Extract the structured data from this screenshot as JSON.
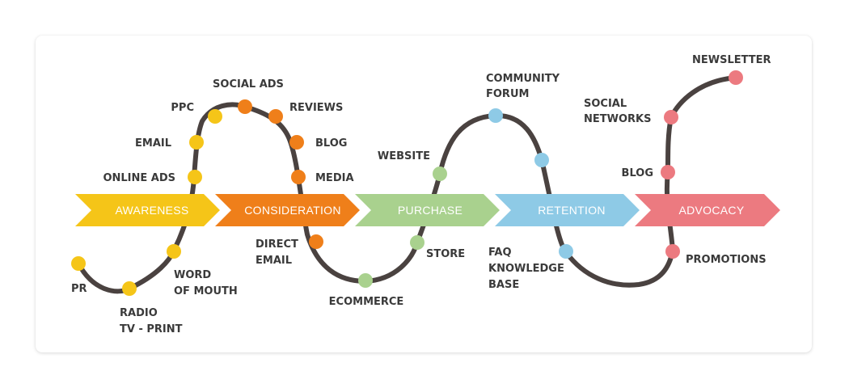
{
  "colors": {
    "awareness": "#f5c518",
    "consideration": "#ef7f1a",
    "purchase": "#a9d18e",
    "retention": "#8ecae6",
    "advocacy": "#ec7a80",
    "path": "#4a4240"
  },
  "stages": {
    "awareness": "AWARENESS",
    "consideration": "CONSIDERATION",
    "purchase": "PURCHASE",
    "retention": "RETENTION",
    "advocacy": "ADVOCACY"
  },
  "touchpoints": {
    "pr": "PR",
    "radio_1": "RADIO",
    "radio_2": "TV - PRINT",
    "wom_1": "WORD",
    "wom_2": "OF MOUTH",
    "online_ads": "ONLINE ADS",
    "email": "EMAIL",
    "ppc": "PPC",
    "social_ads": "SOCIAL ADS",
    "reviews": "REVIEWS",
    "blog_c": "BLOG",
    "media": "MEDIA",
    "direct_1": "DIRECT",
    "direct_2": "EMAIL",
    "ecommerce": "ECOMMERCE",
    "store": "STORE",
    "website": "WEBSITE",
    "forum_1": "COMMUNITY",
    "forum_2": "FORUM",
    "faq_1": "FAQ",
    "faq_2": "KNOWLEDGE",
    "faq_3": "BASE",
    "promotions": "PROMOTIONS",
    "blog_a": "BLOG",
    "social_1": "SOCIAL",
    "social_2": "NETWORKS",
    "newsletter": "NEWSLETTER"
  }
}
